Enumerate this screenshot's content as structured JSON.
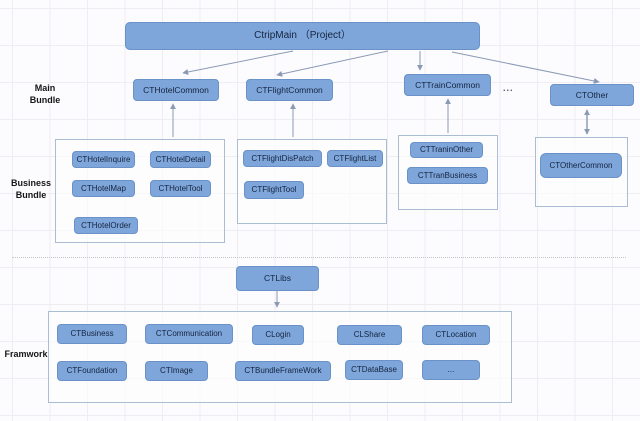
{
  "root_node": "CtripMain （Project）",
  "labels": {
    "main_bundle": [
      "Main",
      "Bundle"
    ],
    "business_bundle": [
      "Business",
      "Bundle"
    ],
    "framework": "Framwork"
  },
  "main_bundle": {
    "hotel": "CTHotelCommon",
    "flight": "CTFlightCommon",
    "train": "CTTrainCommon",
    "ellipsis": "...",
    "other": "CTOther"
  },
  "business_bundle": {
    "hotel": [
      "CTHotelInquire",
      "CTHotelDetail",
      "CTHotelMap",
      "CTHotelTool",
      "CTHotelOrder"
    ],
    "flight": [
      "CTFlightDisPatch",
      "CTFlightList",
      "CTFlightTool"
    ],
    "train": [
      "CTTraninOther",
      "CTTranBusiness"
    ],
    "other": [
      "CTOtherCommon"
    ]
  },
  "libs": "CTLibs",
  "framework": {
    "row1": [
      "CTBusiness",
      "CTCommunication",
      "CLogin",
      "CLShare",
      "CTLocation"
    ],
    "row2": [
      "CTFoundation",
      "CTImage",
      "CTBundleFrameWork",
      "CTDataBase",
      "..."
    ]
  },
  "colors": {
    "node_fill": "#7ea6db",
    "node_border": "#6a92c8",
    "node_text": "#16243e",
    "container_border": "#aabdd3",
    "arrow": "#8a9ab5"
  }
}
